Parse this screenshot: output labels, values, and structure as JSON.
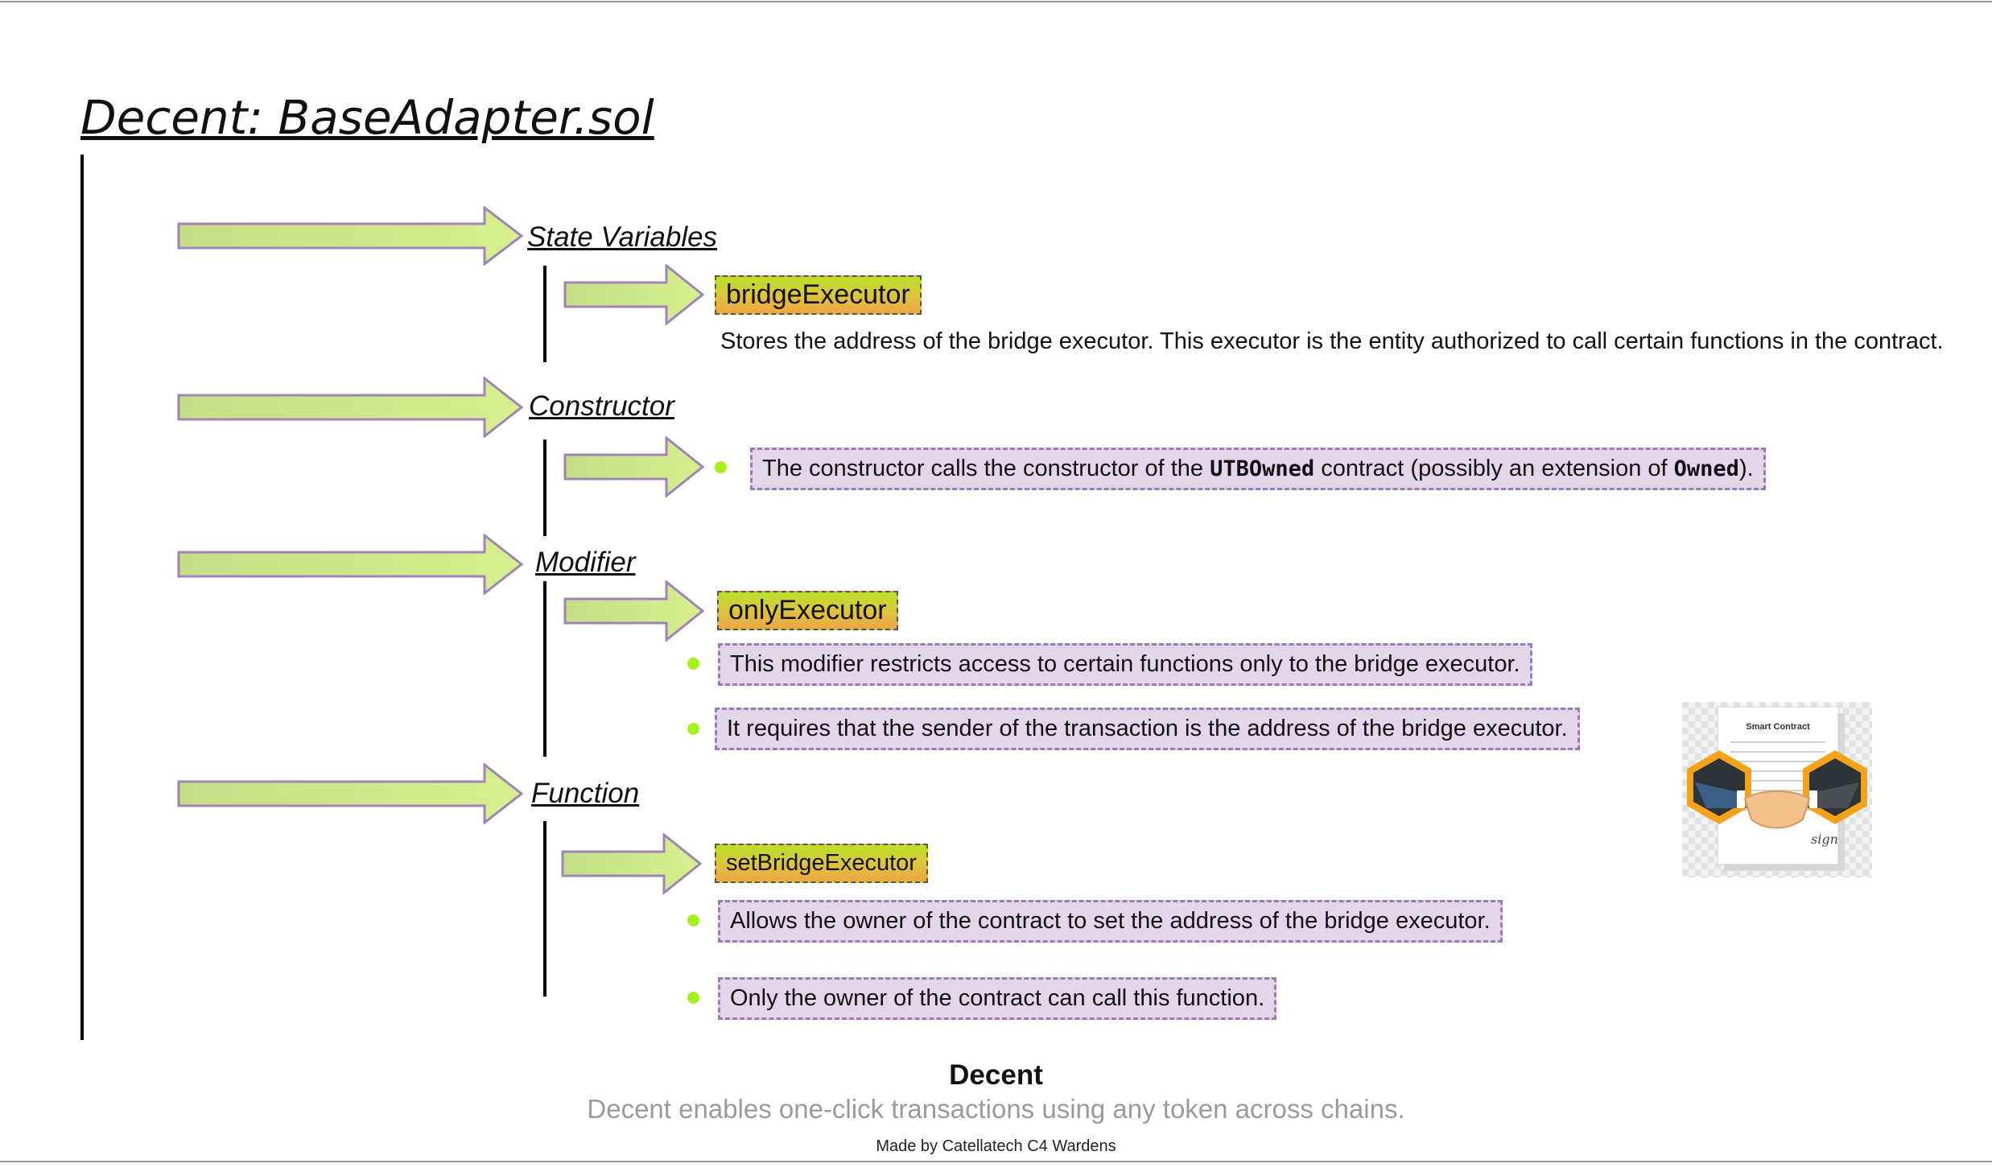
{
  "title": "Decent: BaseAdapter.sol",
  "sections": {
    "state_variables": {
      "heading": "State Variables",
      "tag": "bridgeExecutor",
      "description": "Stores the address of the bridge executor. This executor is the entity authorized to call certain functions in the contract."
    },
    "constructor": {
      "heading": "Constructor",
      "note_before": "The constructor calls the constructor of the ",
      "code_1": "UTBOwned",
      "note_middle": " contract (possibly an extension of ",
      "code_2": "Owned",
      "note_after": ")."
    },
    "modifier": {
      "heading": "Modifier",
      "tag": "onlyExecutor",
      "notes": [
        "This modifier restricts access to certain functions only to the bridge executor.",
        "It requires that the sender of the transaction is the address of the bridge executor."
      ]
    },
    "function": {
      "heading": "Function",
      "tag": "setBridgeExecutor",
      "notes": [
        "Allows the owner of the contract to set the address of the bridge executor.",
        "Only the owner of the contract can call this function."
      ]
    }
  },
  "image": {
    "icon": "smart-contract-handshake-icon",
    "caption": "Smart Contract",
    "signature": "sign"
  },
  "footer": {
    "title": "Decent",
    "subtitle": "Decent enables one-click transactions using any token across chains.",
    "credit": "Made by Catellatech C4 Wardens"
  },
  "colors": {
    "arrow_fill": "#cfe88e",
    "arrow_stroke": "#a183b8",
    "tag_gradient": [
      "#b8e02a",
      "#f0a545"
    ],
    "note_bg": "#e4d6ea",
    "note_border": "#9b7bb5",
    "bullet": "#a6f01f"
  }
}
